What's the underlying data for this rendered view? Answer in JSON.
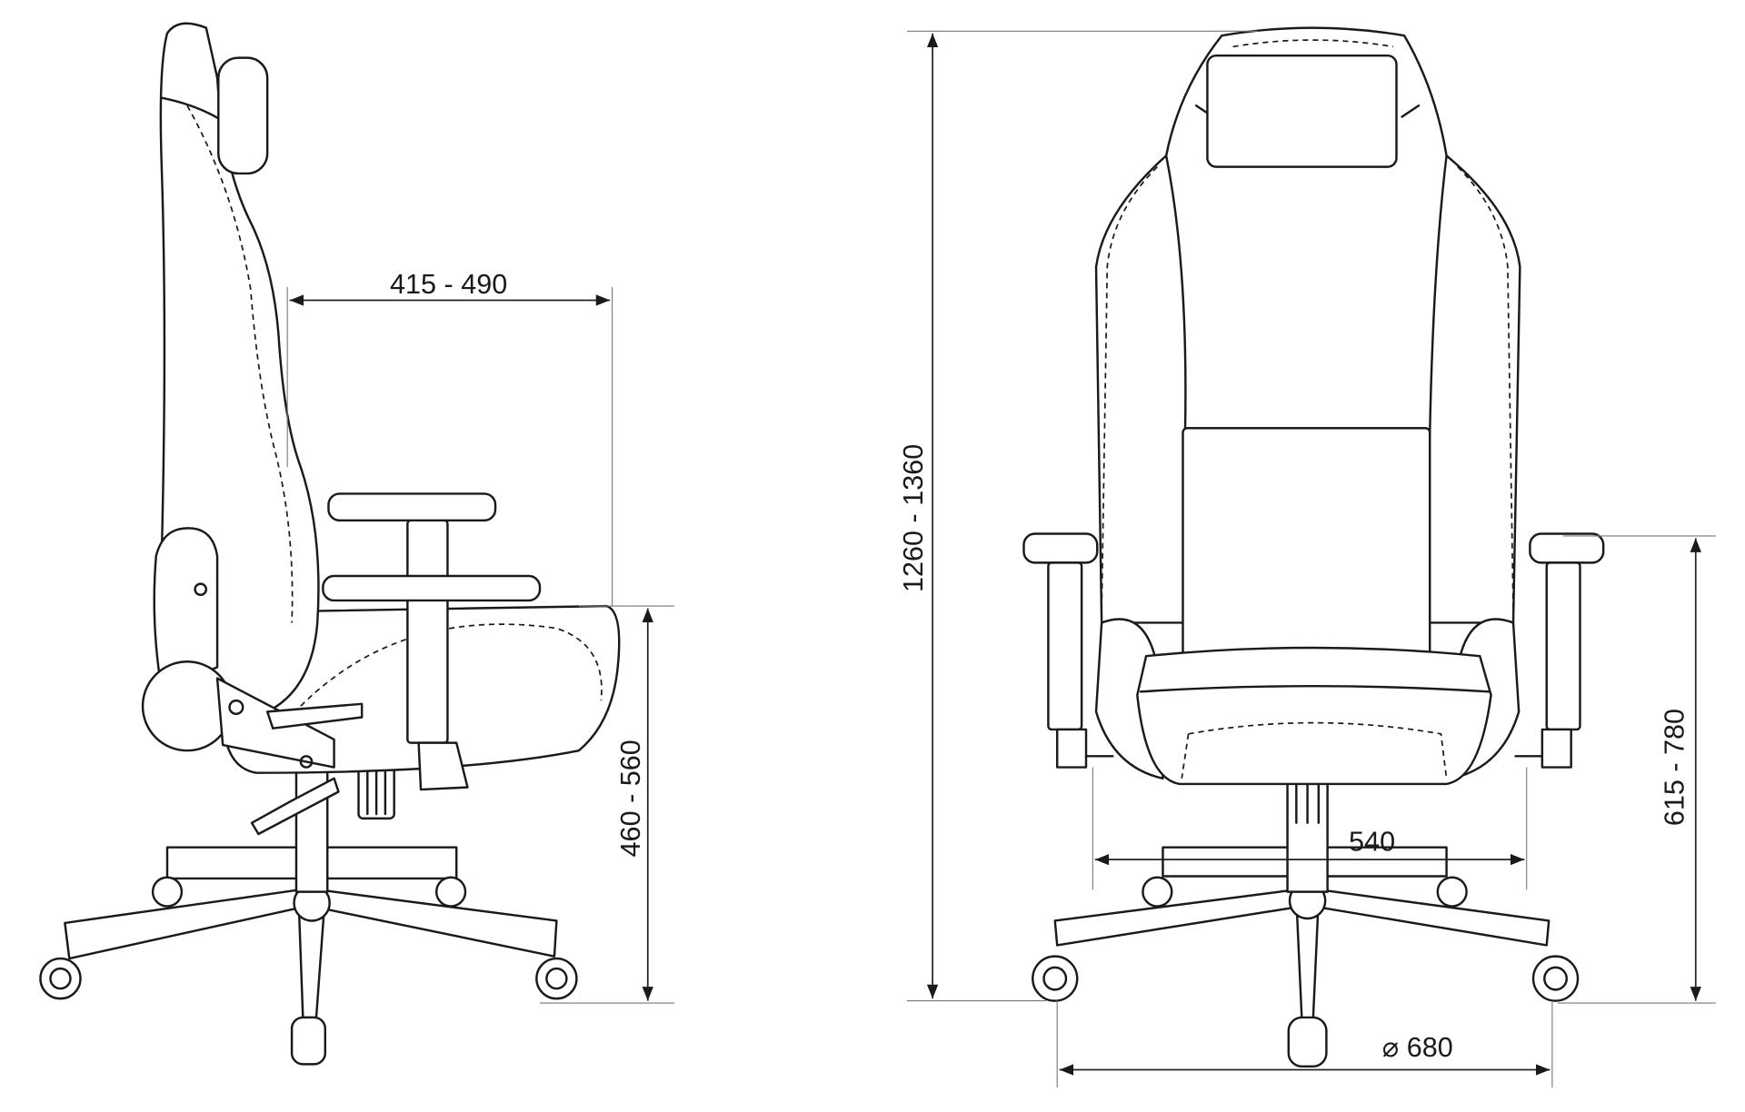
{
  "side_view": {
    "seat_depth_label": "415 - 490",
    "seat_height_label": "460 - 560"
  },
  "front_view": {
    "total_height_label": "1260 - 1360",
    "seat_width_label": "540",
    "base_diameter_label": "⌀ 680",
    "armrest_height_label": "615 - 780"
  }
}
